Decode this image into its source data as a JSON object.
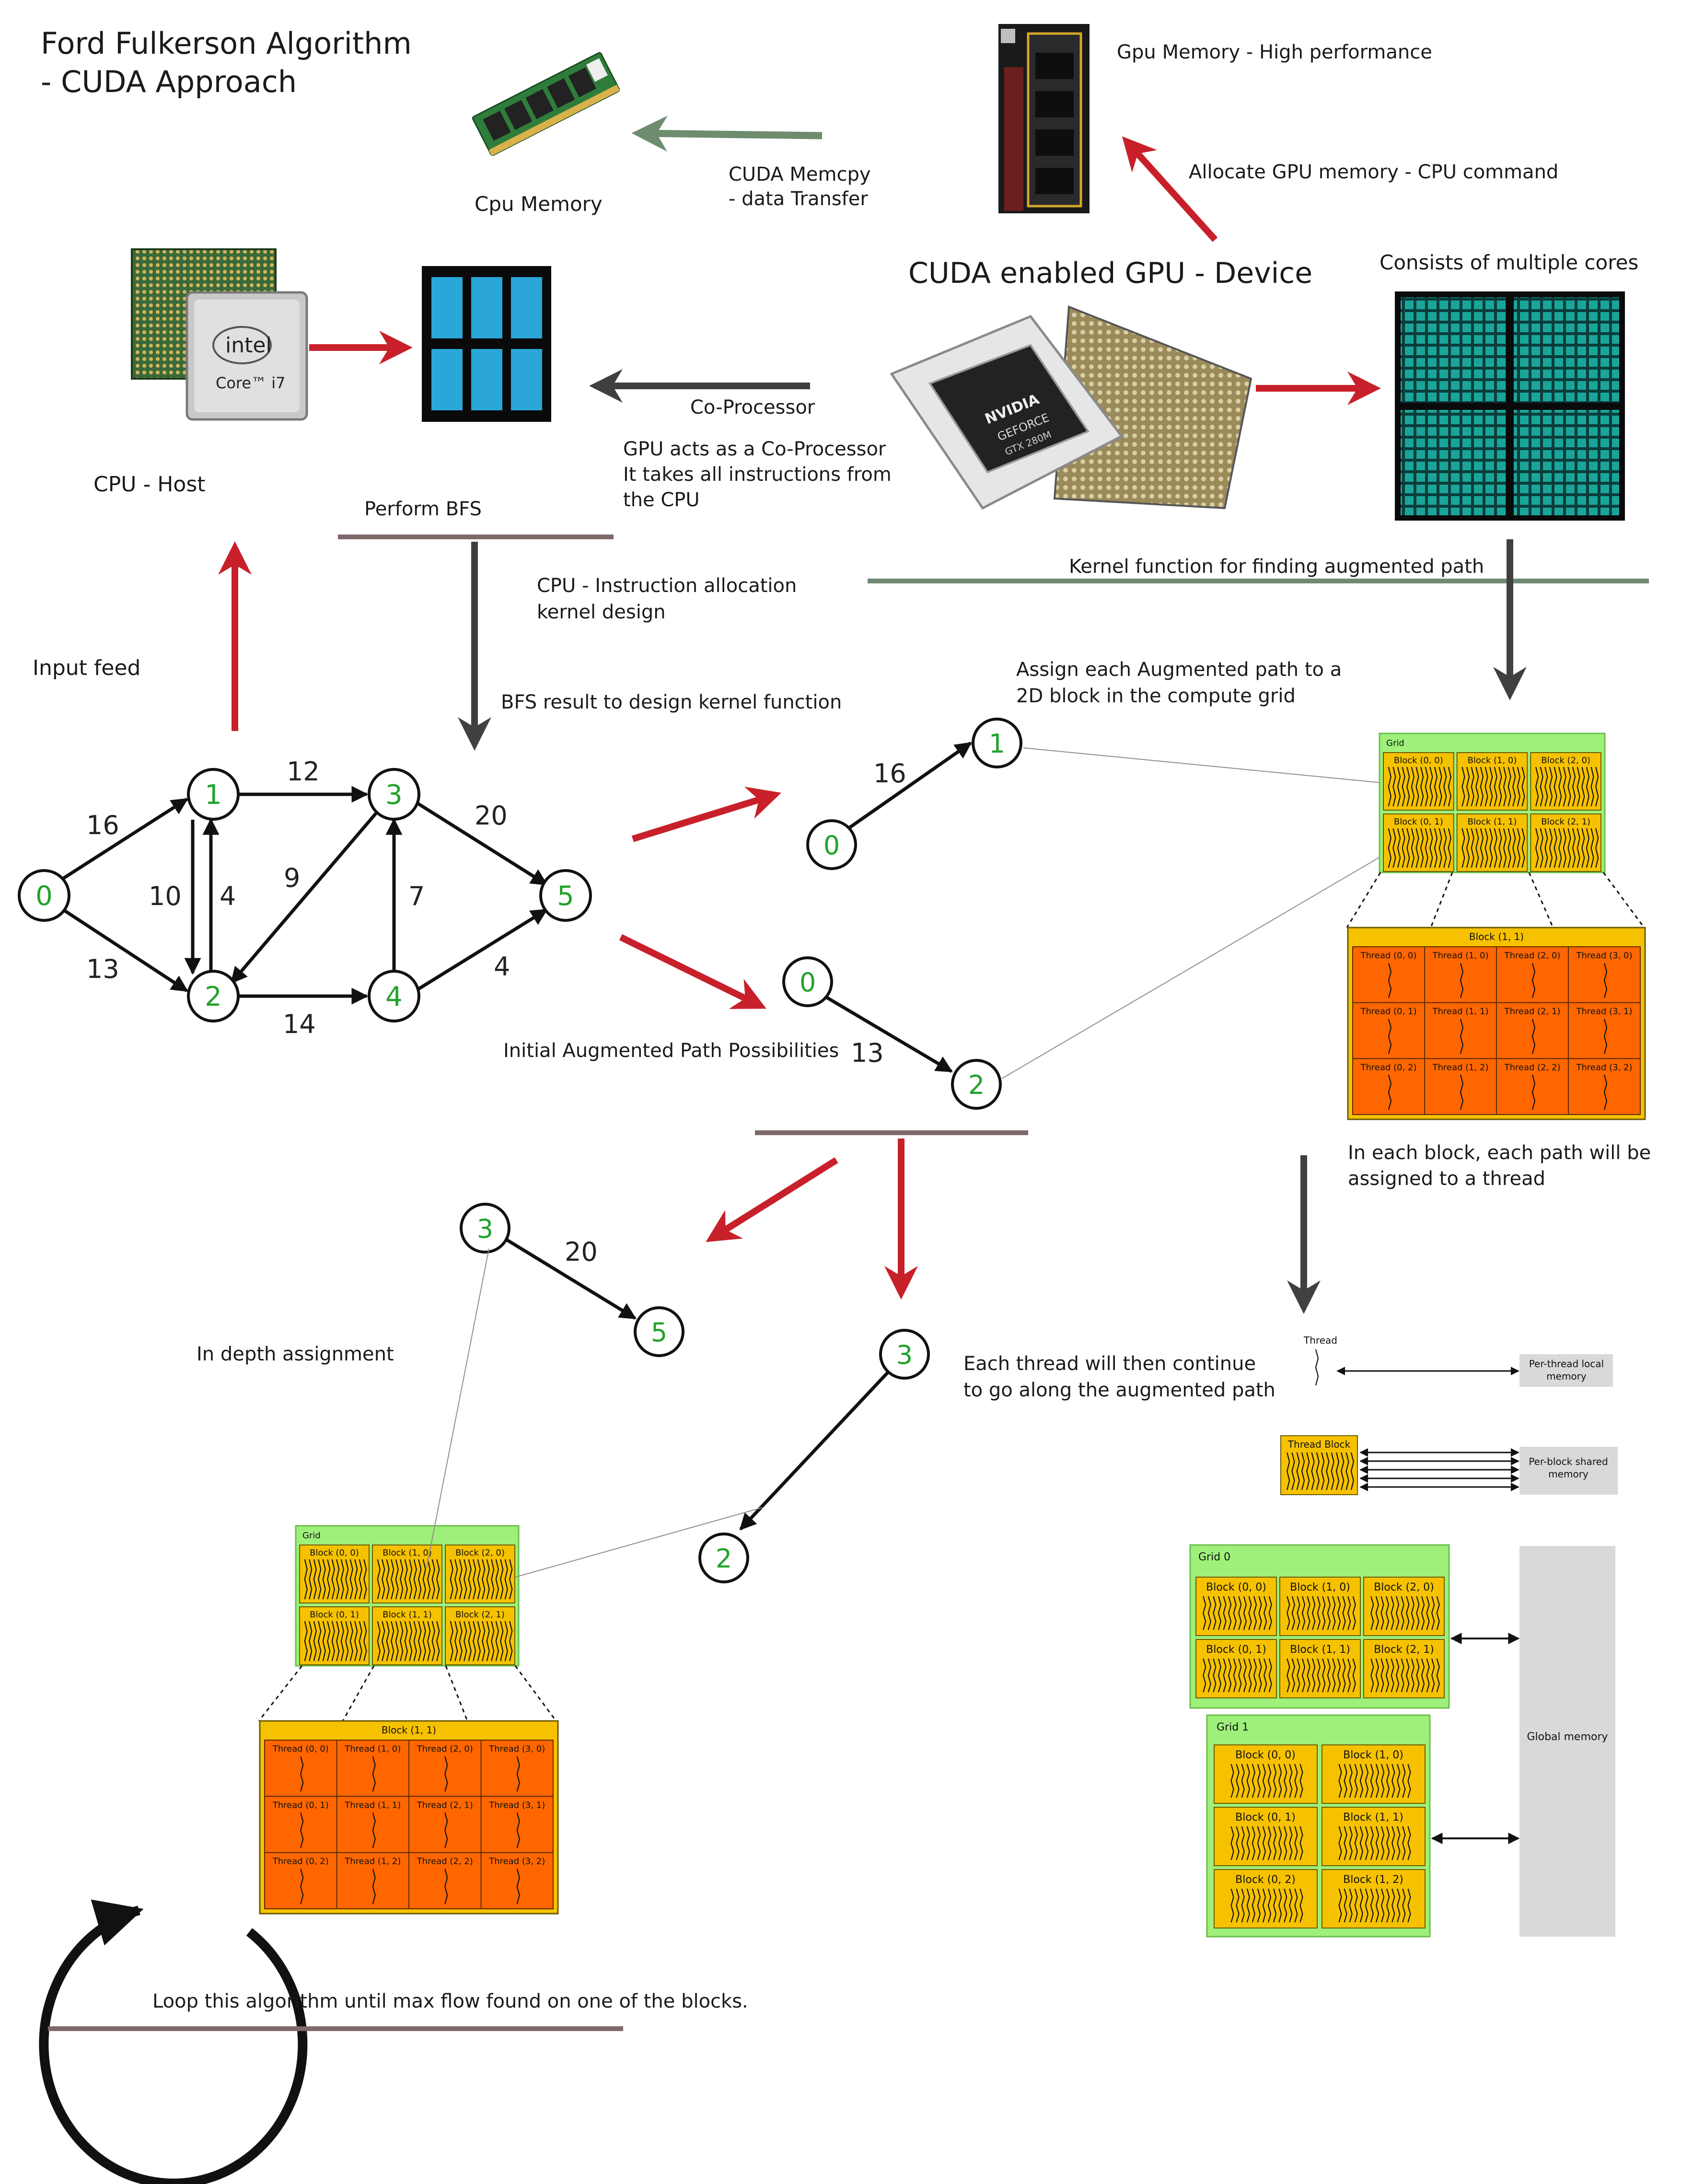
{
  "colors": {
    "red_arrow": "#c8202a",
    "green_arrow": "#6e8c6e",
    "dark_arrow": "#404040",
    "node_text": "#22a22a",
    "grid_green": "#9ef07a",
    "block_yellow": "#f6c200",
    "thread_orange": "#ff6600",
    "rule_brown": "#7e6a6a",
    "rule_green": "#6f8a74",
    "memory_gray": "#d9d9d9",
    "tile_blue": "#2aa6d8",
    "core_teal": "#1aa59a"
  },
  "title": {
    "line1": "Ford Fulkerson Algorithm",
    "line2": "- CUDA Approach"
  },
  "labels": {
    "cpu_memory": "Cpu Memory",
    "gpu_memory": "Gpu Memory - High performance",
    "allocate": "Allocate GPU memory - CPU command",
    "memcpy_1": "CUDA Memcpy",
    "memcpy_2": "- data Transfer",
    "device": "CUDA enabled GPU - Device",
    "cores": "Consists of multiple cores",
    "coprocessor": "Co-Processor",
    "gpu_acts_1": "GPU acts as a Co-Processor",
    "gpu_acts_2": "It takes all instructions from",
    "gpu_acts_3": "the CPU",
    "cpu_host": "CPU - Host",
    "perform_bfs": "Perform BFS",
    "kernel_fn": "Kernel function for finding augmented path",
    "cpu_instr_1": "CPU - Instruction allocation",
    "cpu_instr_2": "kernel design",
    "input_feed": "Input feed",
    "bfs_result": "BFS result to design kernel function",
    "assign_1": "Assign each Augmented path to a",
    "assign_2": "2D block in the compute grid",
    "initial_paths": "Initial Augmented Path Possibilities",
    "each_block_1": "In each block, each path will be",
    "each_block_2": "assigned to a thread",
    "in_depth": "In depth assignment",
    "each_thread_1": "Each thread will then continue",
    "each_thread_2": "to go along the augmented path",
    "loop": "Loop this algorithm until max flow found on one of the blocks."
  },
  "chip": {
    "intel": "intel",
    "core": "Core™ i7",
    "nvidia": "NVIDIA",
    "geforce": "GEFORCE",
    "model": "GTX 280M"
  },
  "graph": {
    "nodes": [
      "0",
      "1",
      "2",
      "3",
      "4",
      "5"
    ],
    "edges": [
      {
        "from": "0",
        "to": "1",
        "capacity": "16"
      },
      {
        "from": "0",
        "to": "2",
        "capacity": "13"
      },
      {
        "from": "1",
        "to": "3",
        "capacity": "12"
      },
      {
        "from": "2",
        "to": "1",
        "capacity": "4"
      },
      {
        "from": "1",
        "to": "2",
        "capacity": "10"
      },
      {
        "from": "3",
        "to": "2",
        "capacity": "9"
      },
      {
        "from": "2",
        "to": "4",
        "capacity": "14"
      },
      {
        "from": "4",
        "to": "3",
        "capacity": "7"
      },
      {
        "from": "3",
        "to": "5",
        "capacity": "20"
      },
      {
        "from": "4",
        "to": "5",
        "capacity": "4"
      }
    ]
  },
  "paths": {
    "p1": {
      "a": "0",
      "b": "1",
      "w": "16"
    },
    "p2": {
      "a": "0",
      "b": "2",
      "w": "13"
    },
    "p3": {
      "a": "3",
      "b": "5",
      "w": "20"
    },
    "p4": {
      "a": "3",
      "b": "2"
    }
  },
  "cuda": {
    "grid_label": "Grid",
    "blocks": [
      "Block (0, 0)",
      "Block (1, 0)",
      "Block (2, 0)",
      "Block (0, 1)",
      "Block (1, 1)",
      "Block (2, 1)"
    ],
    "zoom_block": "Block (1, 1)",
    "threads": [
      "Thread (0, 0)",
      "Thread (1, 0)",
      "Thread (2, 0)",
      "Thread (3, 0)",
      "Thread (0, 1)",
      "Thread (1, 1)",
      "Thread (2, 1)",
      "Thread (3, 1)",
      "Thread (0, 2)",
      "Thread (1, 2)",
      "Thread (2, 2)",
      "Thread (3, 2)"
    ]
  },
  "memory_model": {
    "thread": "Thread",
    "per_thread_1": "Per-thread local",
    "per_thread_2": "memory",
    "thread_block": "Thread Block",
    "per_block_1": "Per-block shared",
    "per_block_2": "memory",
    "grid0": "Grid 0",
    "grid1": "Grid 1",
    "grid0_blocks": [
      "Block (0, 0)",
      "Block (1, 0)",
      "Block (2, 0)",
      "Block (0, 1)",
      "Block (1, 1)",
      "Block (2, 1)"
    ],
    "grid1_blocks": [
      "Block (0, 0)",
      "Block (1, 0)",
      "Block (0, 1)",
      "Block (1, 1)",
      "Block (0, 2)",
      "Block (1, 2)"
    ],
    "global": "Global memory"
  }
}
